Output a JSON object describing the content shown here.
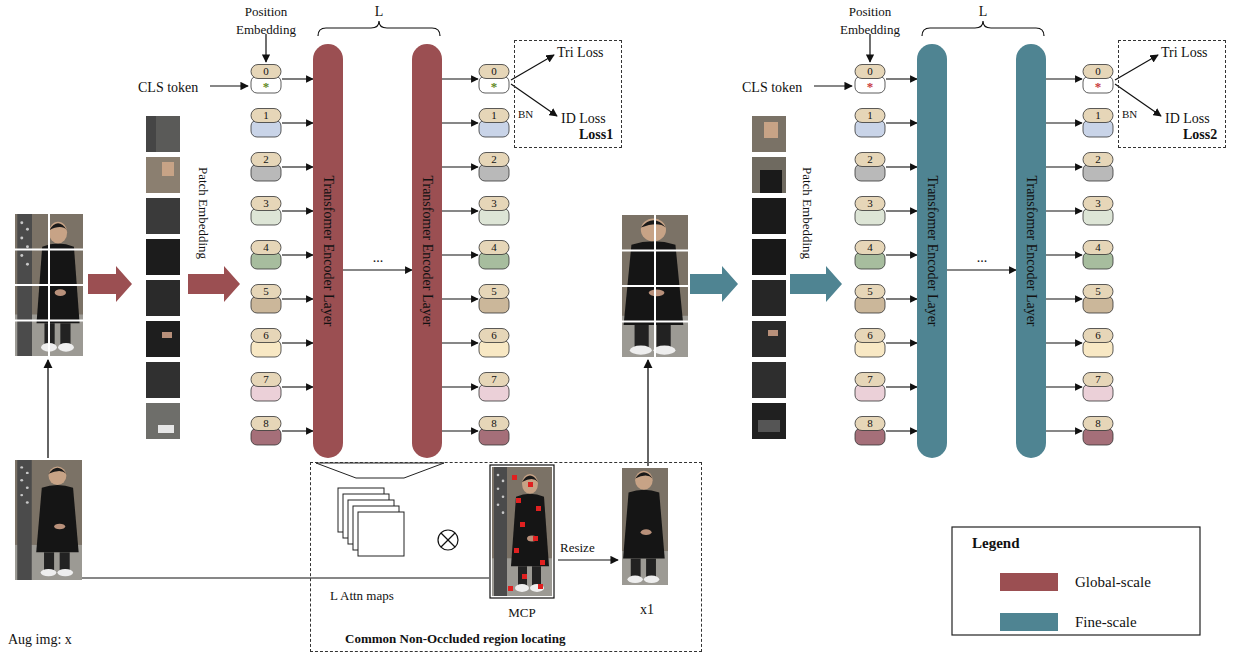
{
  "diagram": {
    "nodes": [
      {
        "text": [
          "0",
          "*"
        ]
      },
      {
        "text": [
          "1"
        ]
      },
      {
        "text": [
          "2"
        ]
      },
      {
        "text": [
          "3"
        ]
      },
      {
        "text": [
          "4"
        ]
      },
      {
        "text": [
          "5"
        ]
      },
      {
        "text": [
          "6"
        ]
      },
      {
        "text": [
          "7"
        ]
      },
      {
        "text": [
          "8"
        ]
      },
      {
        "text": [
          "Transfomer Encoder Layer"
        ]
      },
      {
        "text": [
          "Transfomer Encoder Layer"
        ]
      },
      {
        "text": [
          "0",
          "*"
        ]
      },
      {
        "text": [
          "1"
        ]
      },
      {
        "text": [
          "2"
        ]
      },
      {
        "text": [
          "3"
        ]
      },
      {
        "text": [
          "4"
        ]
      },
      {
        "text": [
          "5"
        ]
      },
      {
        "text": [
          "6"
        ]
      },
      {
        "text": [
          "7"
        ]
      },
      {
        "text": [
          "8"
        ]
      },
      {
        "text": [
          "Tri Loss",
          "ID Loss",
          "Loss1"
        ]
      },
      {
        "text": [
          "Common Non-Occluded region locating"
        ]
      },
      {
        "text": [
          "0",
          "*"
        ]
      },
      {
        "text": [
          "1"
        ]
      },
      {
        "text": [
          "2"
        ]
      },
      {
        "text": [
          "3"
        ]
      },
      {
        "text": [
          "4"
        ]
      },
      {
        "text": [
          "5"
        ]
      },
      {
        "text": [
          "6"
        ]
      },
      {
        "text": [
          "7"
        ]
      },
      {
        "text": [
          "8"
        ]
      },
      {
        "text": [
          "Transfomer Encoder Layer"
        ]
      },
      {
        "text": [
          "Transfomer Encoder Layer"
        ]
      },
      {
        "text": [
          "0",
          "*"
        ]
      },
      {
        "text": [
          "1"
        ]
      },
      {
        "text": [
          "2"
        ]
      },
      {
        "text": [
          "3"
        ]
      },
      {
        "text": [
          "4"
        ]
      },
      {
        "text": [
          "5"
        ]
      },
      {
        "text": [
          "6"
        ]
      },
      {
        "text": [
          "7"
        ]
      },
      {
        "text": [
          "8"
        ]
      },
      {
        "text": [
          "Tri Loss",
          "ID Loss",
          "Loss2"
        ]
      }
    ],
    "edges": [
      {
        "from": 0,
        "to": 9,
        "arrow": "to"
      },
      {
        "from": 1,
        "to": 9,
        "arrow": "to"
      },
      {
        "from": 2,
        "to": 9,
        "arrow": "to"
      },
      {
        "from": 3,
        "to": 9,
        "arrow": "to"
      },
      {
        "from": 4,
        "to": 9,
        "arrow": "to"
      },
      {
        "from": 5,
        "to": 9,
        "arrow": "to"
      },
      {
        "from": 6,
        "to": 9,
        "arrow": "to"
      },
      {
        "from": 7,
        "to": 9,
        "arrow": "to"
      },
      {
        "from": 8,
        "to": 9,
        "arrow": "to"
      },
      {
        "from": 9,
        "to": 10,
        "arrow": "to"
      },
      {
        "from": 10,
        "to": 11,
        "arrow": "to"
      },
      {
        "from": 10,
        "to": 12,
        "arrow": "to"
      },
      {
        "from": 10,
        "to": 13,
        "arrow": "to"
      },
      {
        "from": 10,
        "to": 14,
        "arrow": "to"
      },
      {
        "from": 10,
        "to": 15,
        "arrow": "to"
      },
      {
        "from": 10,
        "to": 16,
        "arrow": "to"
      },
      {
        "from": 10,
        "to": 17,
        "arrow": "to"
      },
      {
        "from": 10,
        "to": 18,
        "arrow": "to"
      },
      {
        "from": 10,
        "to": 19,
        "arrow": "to"
      },
      {
        "from": 22,
        "to": 31,
        "arrow": "to"
      },
      {
        "from": 23,
        "to": 31,
        "arrow": "to"
      },
      {
        "from": 24,
        "to": 31,
        "arrow": "to"
      },
      {
        "from": 25,
        "to": 31,
        "arrow": "to"
      },
      {
        "from": 26,
        "to": 31,
        "arrow": "to"
      },
      {
        "from": 27,
        "to": 31,
        "arrow": "to"
      },
      {
        "from": 28,
        "to": 31,
        "arrow": "to"
      },
      {
        "from": 29,
        "to": 31,
        "arrow": "to"
      },
      {
        "from": 30,
        "to": 31,
        "arrow": "to"
      },
      {
        "from": 31,
        "to": 32,
        "arrow": "to"
      },
      {
        "from": 32,
        "to": 33,
        "arrow": "to"
      },
      {
        "from": 32,
        "to": 34,
        "arrow": "to"
      },
      {
        "from": 32,
        "to": 35,
        "arrow": "to"
      },
      {
        "from": 32,
        "to": 36,
        "arrow": "to"
      },
      {
        "from": 32,
        "to": 37,
        "arrow": "to"
      },
      {
        "from": 32,
        "to": 38,
        "arrow": "to"
      },
      {
        "from": 32,
        "to": 39,
        "arrow": "to"
      },
      {
        "from": 32,
        "to": 40,
        "arrow": "to"
      },
      {
        "from": 32,
        "to": 41,
        "arrow": "to"
      }
    ],
    "labels": [
      "Position Embedding",
      "L",
      "CLS token",
      "Patch Embedding",
      "...",
      "BN",
      "L Attn maps",
      "MCP",
      "Resize",
      "x1",
      "Aug img: x",
      "Position Embedding",
      "L",
      "CLS token",
      "Patch Embedding",
      "...",
      "BN",
      "Legend"
    ],
    "legend": [
      {
        "text": "Global-scale",
        "color": "#9b4f52"
      },
      {
        "text": "Fine-scale",
        "color": "#4f8492"
      }
    ]
  }
}
